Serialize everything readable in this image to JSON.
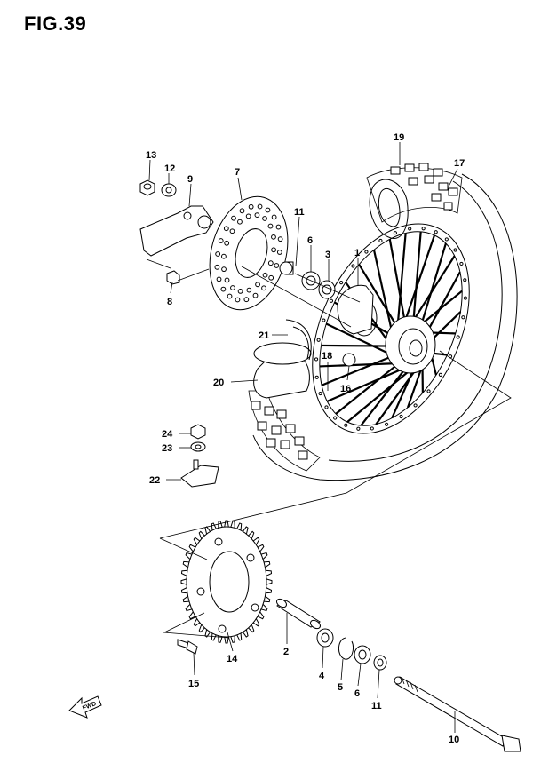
{
  "title": "FIG.39",
  "fwd_label": "FWD",
  "labels": [
    {
      "id": "13",
      "text": "13"
    },
    {
      "id": "12",
      "text": "12"
    },
    {
      "id": "9",
      "text": "9"
    },
    {
      "id": "7",
      "text": "7"
    },
    {
      "id": "11a",
      "text": "11"
    },
    {
      "id": "6a",
      "text": "6"
    },
    {
      "id": "3",
      "text": "3"
    },
    {
      "id": "1",
      "text": "1"
    },
    {
      "id": "8",
      "text": "8"
    },
    {
      "id": "19",
      "text": "19"
    },
    {
      "id": "17",
      "text": "17"
    },
    {
      "id": "21",
      "text": "21"
    },
    {
      "id": "18",
      "text": "18"
    },
    {
      "id": "16",
      "text": "16"
    },
    {
      "id": "20",
      "text": "20"
    },
    {
      "id": "24",
      "text": "24"
    },
    {
      "id": "23",
      "text": "23"
    },
    {
      "id": "22",
      "text": "22"
    },
    {
      "id": "2",
      "text": "2"
    },
    {
      "id": "14",
      "text": "14"
    },
    {
      "id": "15",
      "text": "15"
    },
    {
      "id": "4",
      "text": "4"
    },
    {
      "id": "5",
      "text": "5"
    },
    {
      "id": "6b",
      "text": "6"
    },
    {
      "id": "11b",
      "text": "11"
    },
    {
      "id": "10",
      "text": "10"
    }
  ]
}
